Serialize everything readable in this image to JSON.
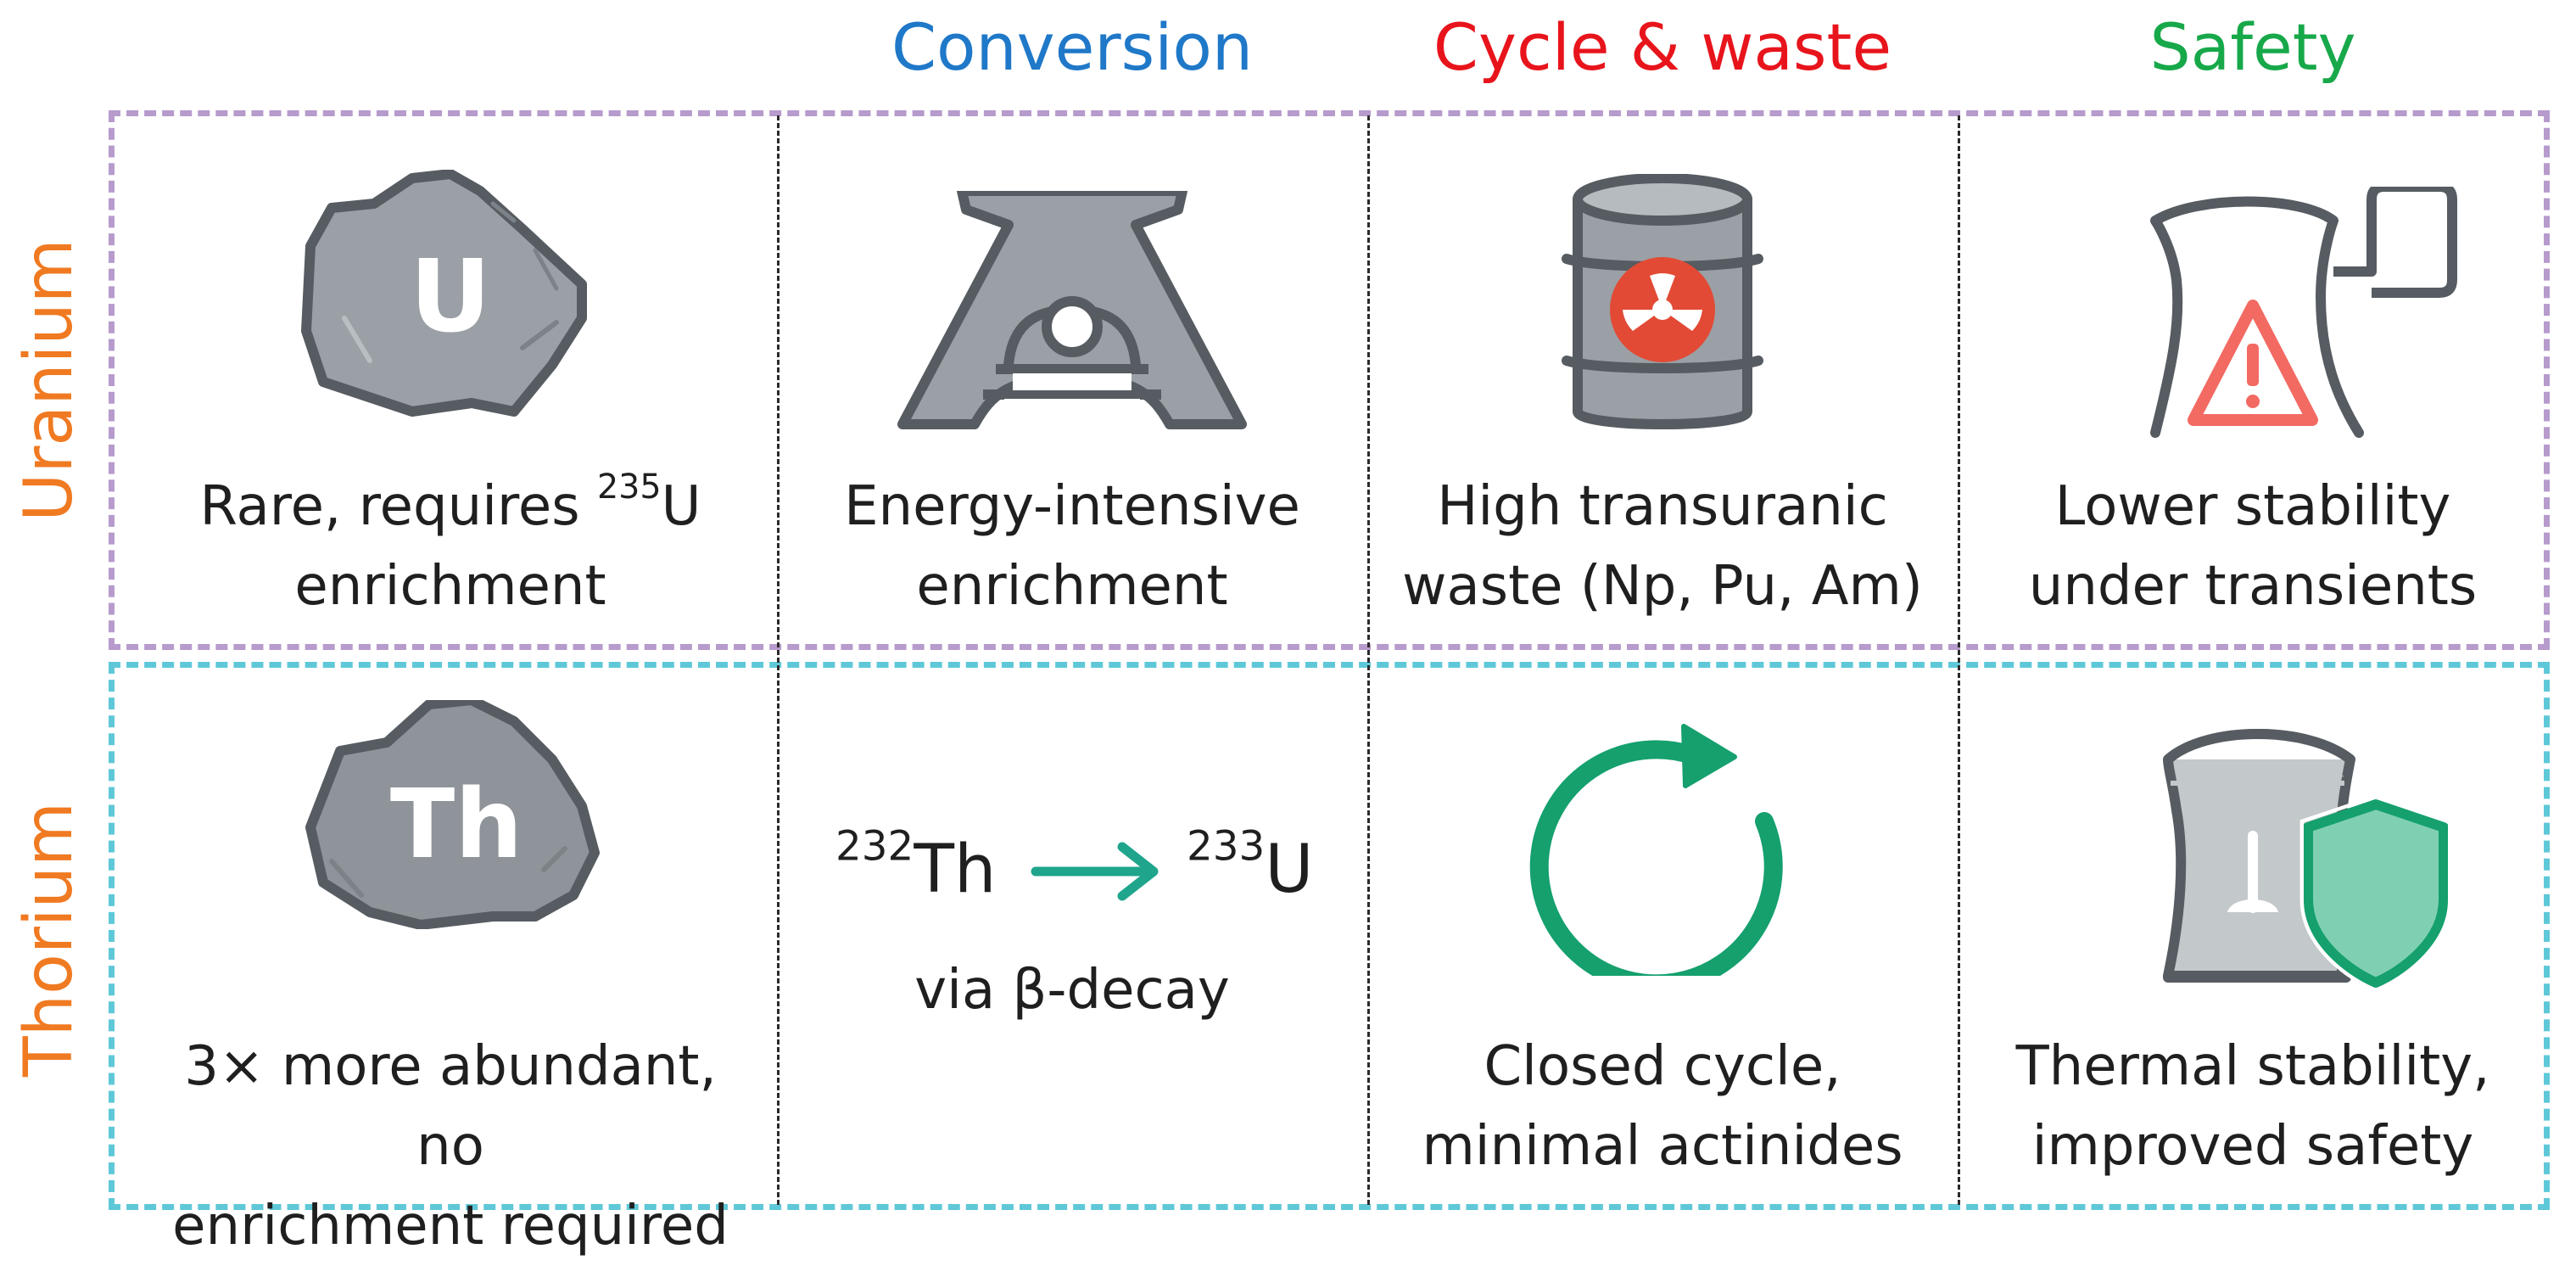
{
  "headers": {
    "conversion": "Conversion",
    "cycle": "Cycle & waste",
    "safety": "Safety"
  },
  "rows": {
    "uranium": "Uranium",
    "thorium": "Thorium"
  },
  "uranium": {
    "resource": {
      "line1_pre": "Rare, requires ",
      "line1_sup": "235",
      "line1_post": "U",
      "line2": "enrichment",
      "rock_letter": "U"
    },
    "conversion": {
      "line1": "Energy-intensive",
      "line2": "enrichment"
    },
    "cycle": {
      "line1": "High transuranic",
      "line2": "waste (Np, Pu, Am)"
    },
    "safety": {
      "line1": "Lower stability",
      "line2": "under transients"
    }
  },
  "thorium": {
    "resource": {
      "line1": "3× more abundant, no",
      "line2": "enrichment required",
      "rock_letter": "Th"
    },
    "conversion": {
      "from_sup": "232",
      "from": "Th",
      "to_sup": "233",
      "to": "U",
      "via": "via β-decay"
    },
    "cycle": {
      "line1": "Closed cycle,",
      "line2": "minimal actinides"
    },
    "safety": {
      "line1": "Thermal stability,",
      "line2": "improved safety"
    }
  },
  "colors": {
    "conversion": "#1f78c8",
    "cycle": "#e8141c",
    "safety": "#17a84a",
    "row_label": "#f07a22",
    "uranium_border": "#b79bcc",
    "thorium_border": "#5fc8d8",
    "icon_gray": "#9aa0a5",
    "icon_dark": "#565c61",
    "radiation": "#e24a35",
    "warning": "#f26a62",
    "cycle_arrow": "#15a06e",
    "shield": "#7fd0b3",
    "arrow": "#1fa58c"
  },
  "icons": {
    "uranium": [
      "uranium-rock-icon",
      "enrichment-facility-icon",
      "radioactive-barrel-icon",
      "reactor-warning-icon"
    ],
    "thorium": [
      "thorium-rock-icon",
      "conversion-arrow-icon",
      "closed-cycle-icon",
      "reactor-shield-icon"
    ]
  }
}
